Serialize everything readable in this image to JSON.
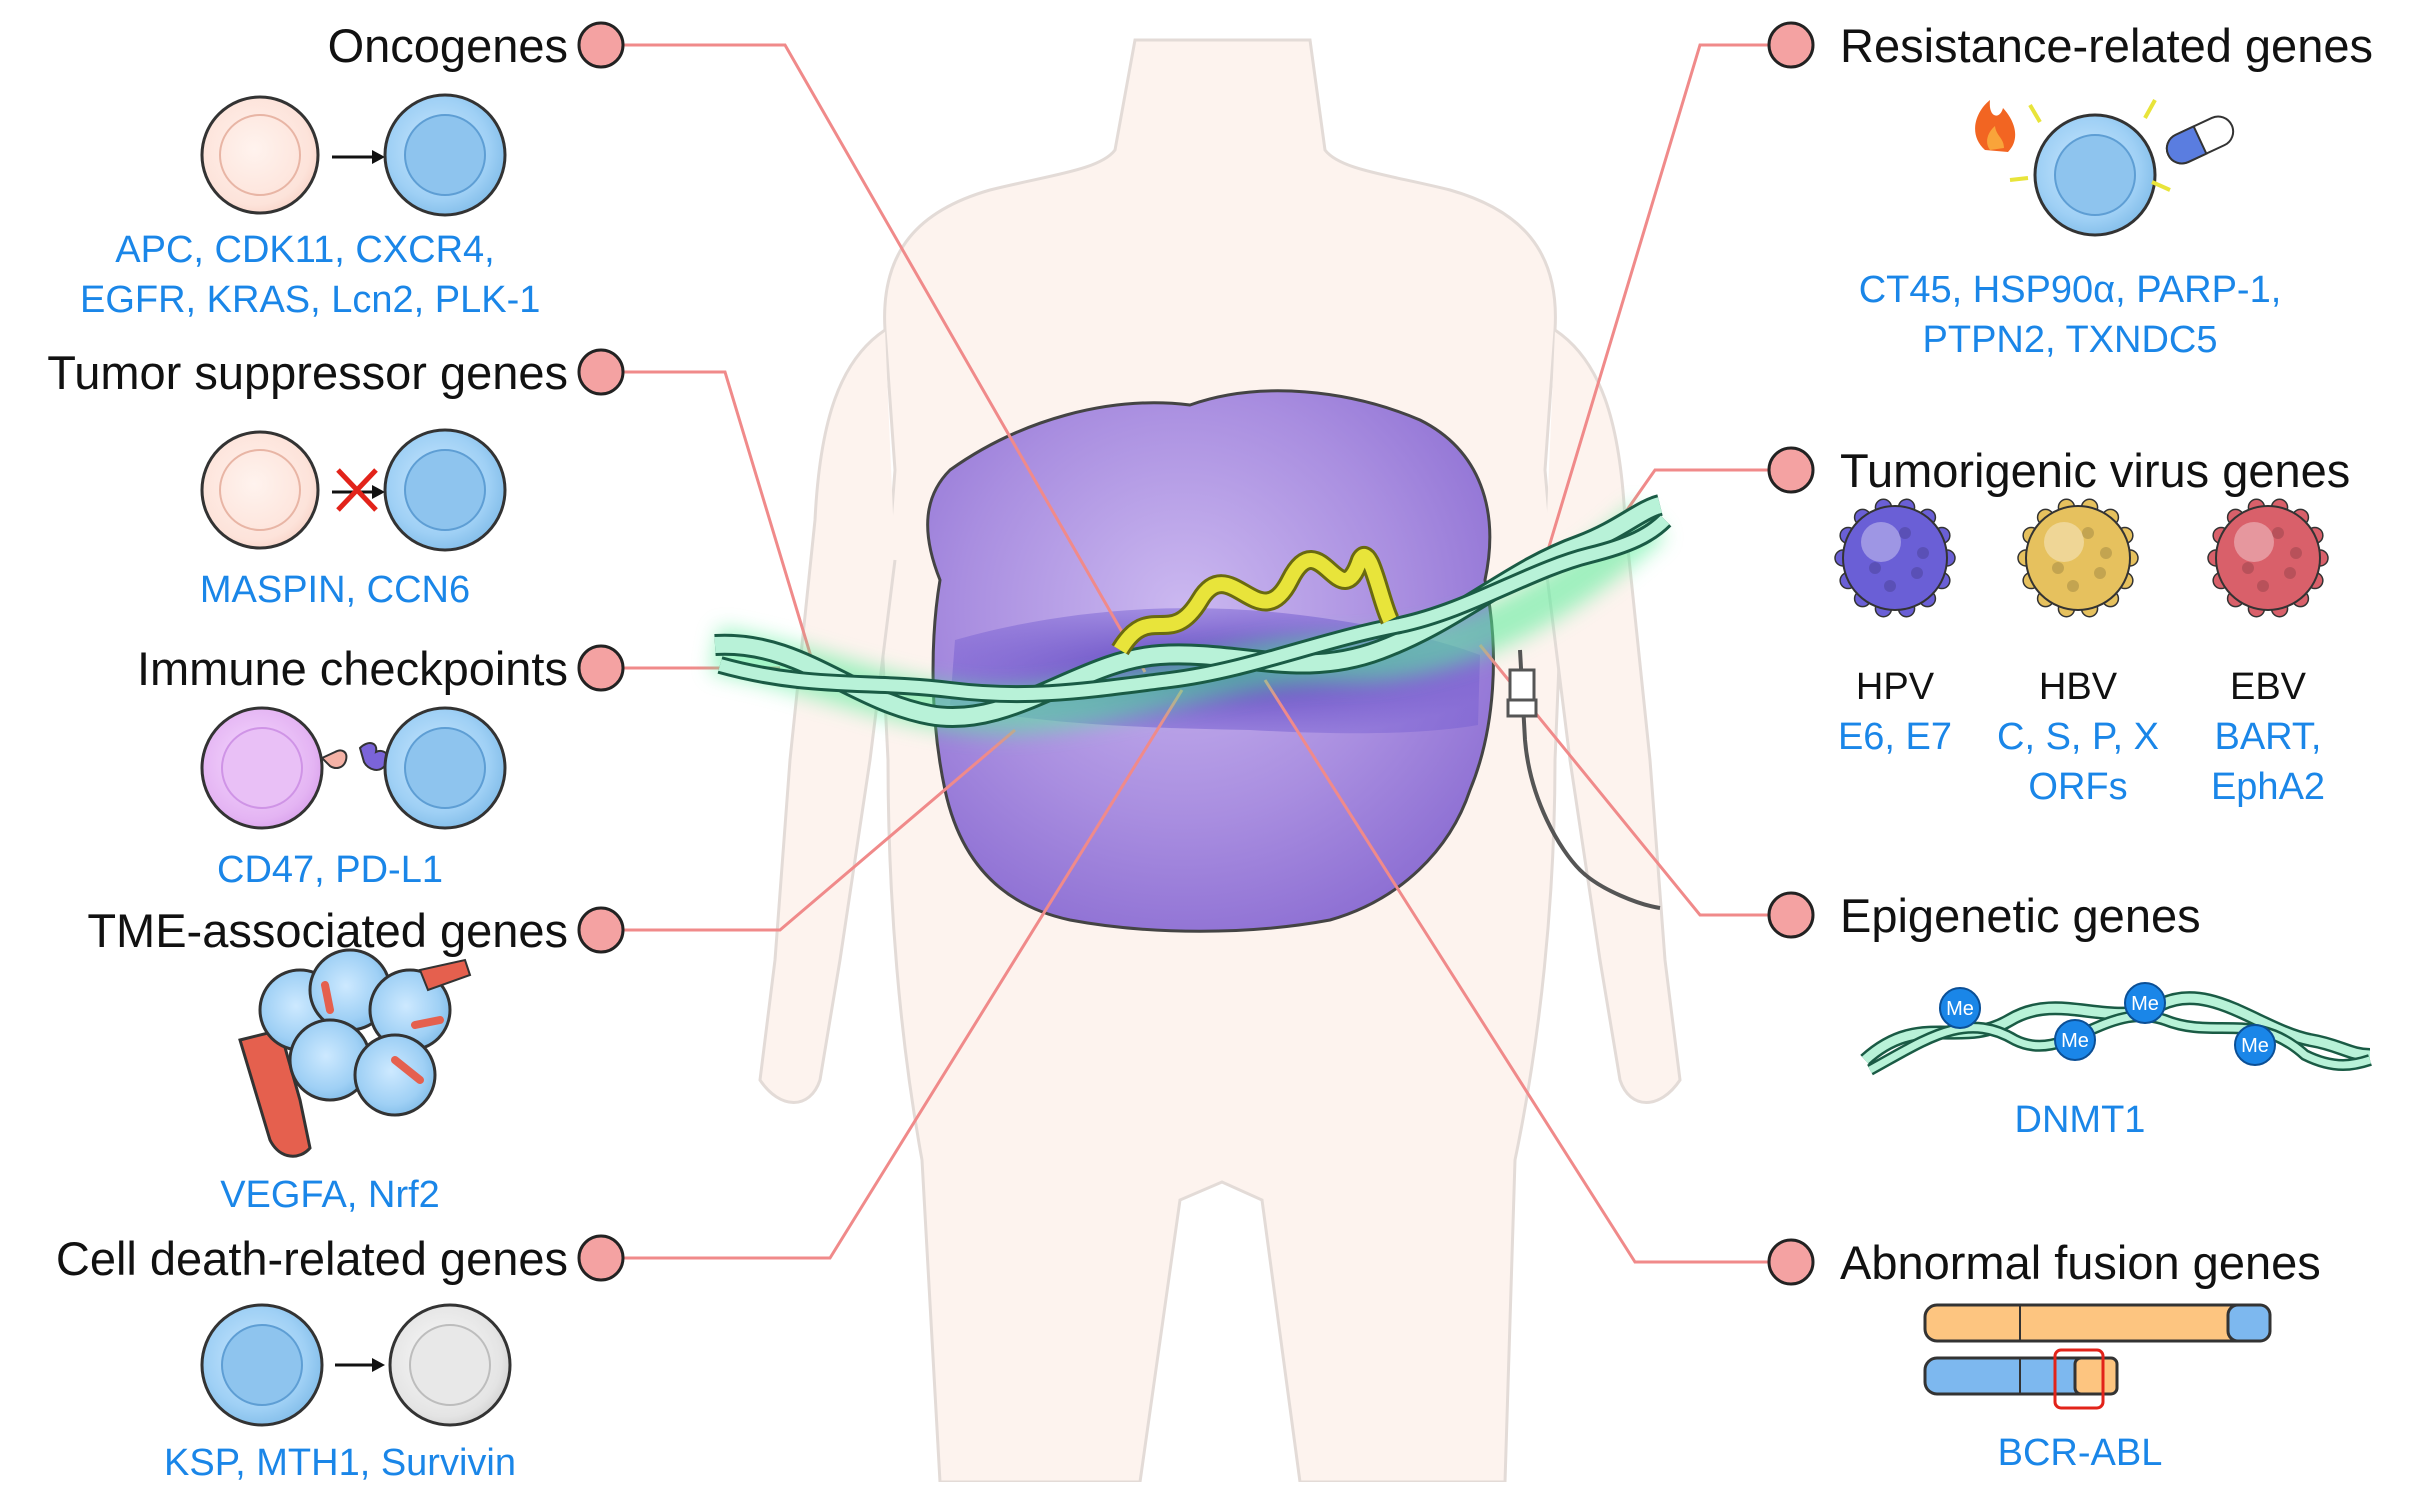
{
  "colors": {
    "gene_text": "#1a86e8",
    "heading_text": "#111111",
    "connector": "#f08a8a",
    "node_fill": "#f4a2a2",
    "tumor": "#a98ee0",
    "dna": "#b8f2d8",
    "cell_blue": "#9fd0f5",
    "cell_peach": "#fde6de",
    "cell_purple": "#e5b6f2"
  },
  "left_categories": [
    {
      "title": "Oncogenes",
      "genes": [
        "APC, CDK11, CXCR4,",
        "EGFR, KRAS, Lcn2, PLK-1"
      ]
    },
    {
      "title": "Tumor suppressor genes",
      "genes": [
        "MASPIN, CCN6"
      ]
    },
    {
      "title": "Immune checkpoints",
      "genes": [
        "CD47, PD-L1"
      ]
    },
    {
      "title": "TME-associated genes",
      "genes": [
        "VEGFA, Nrf2"
      ]
    },
    {
      "title": "Cell death-related genes",
      "genes": [
        "KSP, MTH1, Survivin"
      ]
    }
  ],
  "right_categories": [
    {
      "title": "Resistance-related genes",
      "genes": [
        "CT45, HSP90α, PARP-1,",
        "PTPN2, TXNDC5"
      ]
    },
    {
      "title": "Tumorigenic virus genes",
      "genes": []
    },
    {
      "title": "Epigenetic genes",
      "genes": [
        "DNMT1"
      ]
    },
    {
      "title": "Abnormal fusion genes",
      "genes": [
        "BCR-ABL"
      ]
    }
  ],
  "viruses": [
    {
      "name": "HPV",
      "genes": [
        "E6, E7"
      ],
      "color": "#6a5fd6"
    },
    {
      "name": "HBV",
      "genes": [
        "C, S, P, X",
        "ORFs"
      ],
      "color": "#e6c15e"
    },
    {
      "name": "EBV",
      "genes": [
        "BART,",
        "EphA2"
      ],
      "color": "#d9606a"
    }
  ],
  "methyl_label": "Me"
}
